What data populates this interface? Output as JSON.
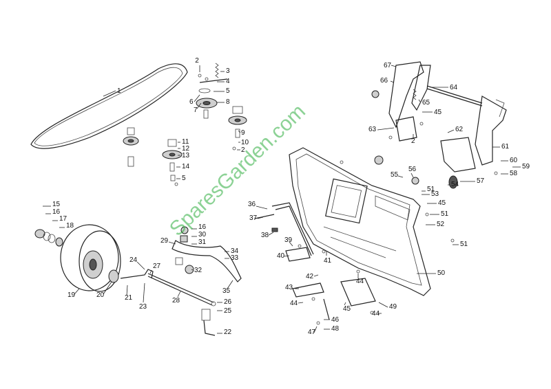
{
  "watermark": "SparesGarden.com",
  "colors": {
    "line": "#222222",
    "watermark": "#2fae3f",
    "background": "#ffffff"
  },
  "labels": [
    "1",
    "2",
    "3",
    "4",
    "5",
    "6",
    "7",
    "8",
    "9",
    "10",
    "2",
    "11",
    "12",
    "13",
    "14",
    "5",
    "15",
    "16",
    "17",
    "18",
    "19",
    "20",
    "21",
    "24",
    "27",
    "23",
    "28",
    "29",
    "16",
    "30",
    "31",
    "34",
    "33",
    "32",
    "35",
    "26",
    "25",
    "22",
    "36",
    "37",
    "38",
    "39",
    "40",
    "41",
    "42",
    "43",
    "44",
    "44",
    "45",
    "44",
    "46",
    "47",
    "48",
    "49",
    "50",
    "67",
    "66",
    "64",
    "65",
    "45",
    "63",
    "2",
    "62",
    "61",
    "60",
    "59",
    "58",
    "57",
    "55",
    "56",
    "51",
    "53",
    "45",
    "51",
    "52",
    "51",
    "54"
  ]
}
